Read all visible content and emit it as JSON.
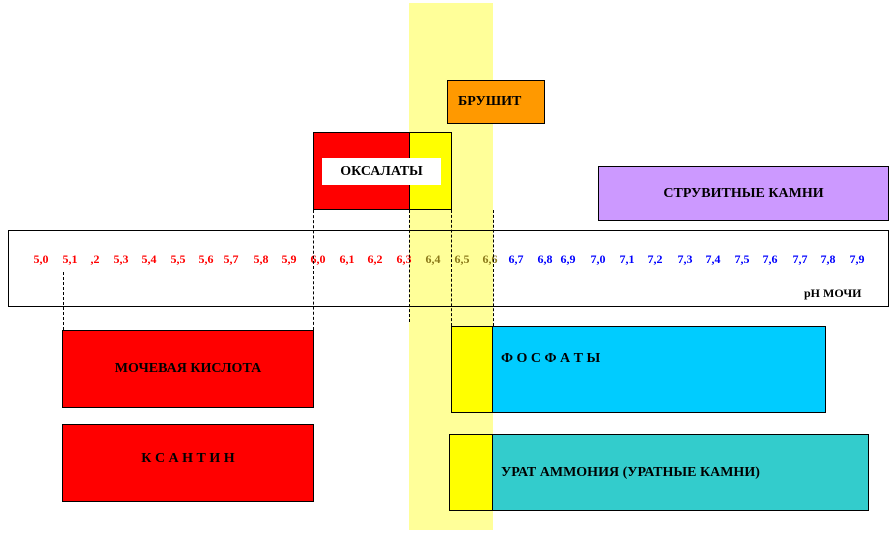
{
  "colors": {
    "band": "#ffff99",
    "red": "#ff0000",
    "yellow": "#ffff00",
    "orange": "#ff9900",
    "violet": "#cc99ff",
    "cyan": "#00ccff",
    "teal": "#33cccc",
    "acid": "#ff0000",
    "neutral": "#8b7a1a",
    "alkaline": "#0000ff"
  },
  "labels": {
    "brushite": "БРУШИТ",
    "oxalates": "ОКСАЛАТЫ",
    "struvite": "СТРУВИТНЫЕ  КАМНИ",
    "uric_acid": "МОЧЕВАЯ  КИСЛОТА",
    "phosphates": "Ф О С Ф А Т Ы",
    "xanthine": "К  С  А  Н  Т  И  Н",
    "ammonium_urate": "УРАТ  АММОНИЯ  (УРАТНЫЕ КАМНИ)",
    "axis": "pH  МОЧИ"
  },
  "scale": [
    {
      "t": "5,0",
      "g": "acid"
    },
    {
      "t": "5,1",
      "g": "acid"
    },
    {
      "t": ",2",
      "g": "acid"
    },
    {
      "t": "5,3",
      "g": "acid"
    },
    {
      "t": "5,4",
      "g": "acid"
    },
    {
      "t": "5,5",
      "g": "acid"
    },
    {
      "t": "5,6",
      "g": "acid"
    },
    {
      "t": "5,7",
      "g": "acid"
    },
    {
      "t": "5,8",
      "g": "acid"
    },
    {
      "t": "5,9",
      "g": "acid"
    },
    {
      "t": "6,0",
      "g": "acid"
    },
    {
      "t": "6,1",
      "g": "acid"
    },
    {
      "t": "6,2",
      "g": "acid"
    },
    {
      "t": "6,3",
      "g": "acid"
    },
    {
      "t": "6,4",
      "g": "neutral"
    },
    {
      "t": "6,5",
      "g": "neutral"
    },
    {
      "t": "6,6",
      "g": "neutral"
    },
    {
      "t": "6,7",
      "g": "alkaline"
    },
    {
      "t": "6,8",
      "g": "alkaline"
    },
    {
      "t": "6,9",
      "g": "alkaline"
    },
    {
      "t": "7,0",
      "g": "alkaline"
    },
    {
      "t": "7,1",
      "g": "alkaline"
    },
    {
      "t": "7,2",
      "g": "alkaline"
    },
    {
      "t": "7,3",
      "g": "alkaline"
    },
    {
      "t": "7,4",
      "g": "alkaline"
    },
    {
      "t": "7,5",
      "g": "alkaline"
    },
    {
      "t": "7,6",
      "g": "alkaline"
    },
    {
      "t": "7,7",
      "g": "alkaline"
    },
    {
      "t": "7,8",
      "g": "alkaline"
    },
    {
      "t": "7,9",
      "g": "alkaline"
    }
  ]
}
